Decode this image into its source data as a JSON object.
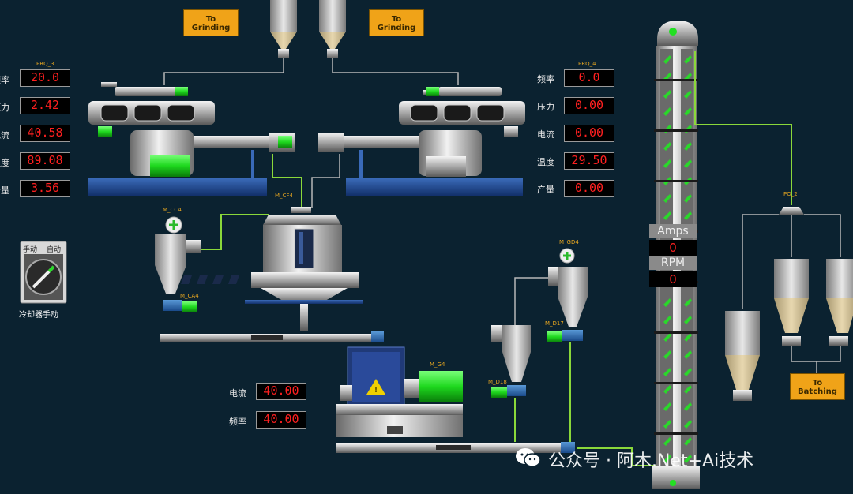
{
  "buttons": {
    "to_grinding_1": [
      "To",
      "Grinding"
    ],
    "to_grinding_2": [
      "To",
      "Grinding"
    ],
    "to_batching": [
      "To",
      "Batching"
    ]
  },
  "left_panel": {
    "title": "PRQ_3",
    "labels": [
      "频率",
      "压力",
      "电流",
      "温度",
      "产量"
    ],
    "values": [
      "20.0",
      "2.42",
      "40.58",
      "89.08",
      "3.56"
    ]
  },
  "right_panel": {
    "title": "PRQ_4",
    "labels": [
      "频率",
      "压力",
      "电流",
      "温度",
      "产量"
    ],
    "values": [
      "0.0",
      "0.00",
      "0.00",
      "29.50",
      "0.00"
    ]
  },
  "hammer_mill": {
    "labels": [
      "电流",
      "频率"
    ],
    "values": [
      "40.00",
      "40.00"
    ]
  },
  "elevator": {
    "amps_label": "Amps",
    "amps_value": "0",
    "rpm_label": "RPM",
    "rpm_value": "0"
  },
  "tags": {
    "cf4": "M_CF4",
    "cc4": "M_CC4",
    "ca4": "M_CA4",
    "g4": "M_G4",
    "gd4": "M_GD4",
    "d17": "M_D17",
    "d18": "M_D18",
    "pq2": "PQ_2"
  },
  "switch": {
    "manual": "手动",
    "auto": "自动",
    "caption": "冷却器手动"
  },
  "watermark": "公众号 · 阿木.Net+Ai技术"
}
